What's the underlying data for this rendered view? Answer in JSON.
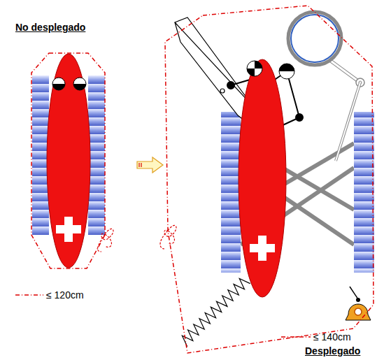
{
  "diagram": {
    "labels": [
      "No desplegado",
      "≤ 120cm",
      "≤ 140cm",
      "Desplegado"
    ]
  }
}
